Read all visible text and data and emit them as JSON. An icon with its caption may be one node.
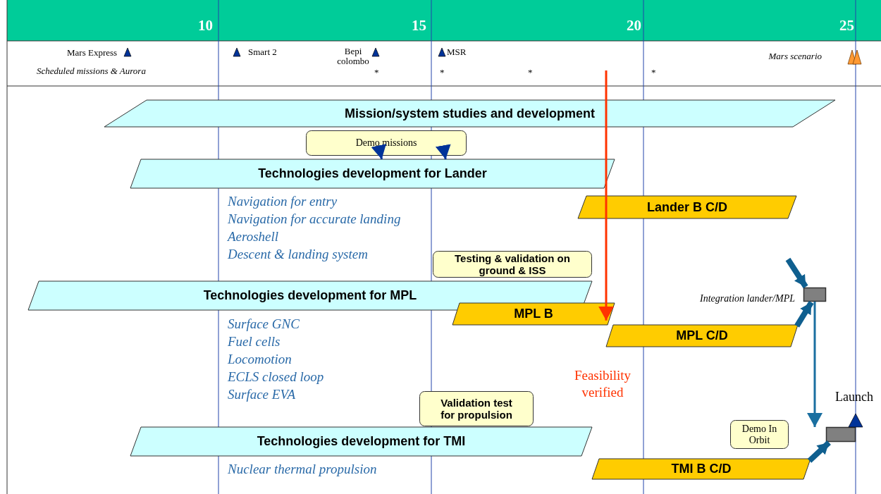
{
  "diagram": {
    "nodes": [
      {
        "text": [
          "Mission/system studies and development"
        ]
      },
      {
        "text": [
          "Demo missions"
        ]
      },
      {
        "text": [
          "Technologies development for Lander"
        ],
        "beside": [
          "Navigation for entry",
          "Navigation for accurate landing",
          "Aeroshell",
          "Descent & landing system"
        ]
      },
      {
        "text": [
          "Lander B C/D"
        ]
      },
      {
        "text": [
          "Testing & validation on ground & ISS"
        ]
      },
      {
        "text": [
          "Technologies development for MPL"
        ],
        "beside": [
          "Surface GNC",
          "Fuel cells",
          "Locomotion",
          "ECLS closed loop",
          "Surface EVA"
        ]
      },
      {
        "text": [
          "MPL B"
        ]
      },
      {
        "text": [
          "MPL C/D"
        ]
      },
      {
        "text": [],
        "shape": "box",
        "beside": [
          "Integration lander/MPL"
        ]
      },
      {
        "text": [
          "Validation test for propulsion"
        ]
      },
      {
        "text": [
          "Demo In Orbit"
        ]
      },
      {
        "text": [
          "Technologies development for TMI"
        ],
        "beside": [
          "Nuclear thermal propulsion"
        ]
      },
      {
        "text": [
          "TMI  B C/D"
        ]
      },
      {
        "text": [],
        "shape": "box"
      }
    ],
    "edges": [
      {
        "from": null,
        "to": 6,
        "arrow": "to",
        "color": "#ff3300"
      },
      {
        "from": null,
        "to": 8,
        "arrow": "to",
        "style": "thick"
      },
      {
        "from": 7,
        "to": 8,
        "arrow": "to",
        "style": "thick"
      },
      {
        "from": 8,
        "to": 13,
        "arrow": "to"
      },
      {
        "from": 12,
        "to": 13,
        "arrow": "to",
        "style": "thick"
      },
      {
        "from": 1,
        "to": 2,
        "arrow": "to",
        "color": "#003399"
      },
      {
        "from": 1,
        "to": 2,
        "arrow": "to",
        "color": "#003399"
      }
    ],
    "labels": [
      "10",
      "15",
      "20",
      "25",
      "Mars Express",
      "Scheduled missions & Aurora",
      "Smart 2",
      "Bepi colombo",
      "MSR",
      "Mars scenario",
      "*",
      "*",
      "*",
      "*",
      "Feasibility verified",
      "Launch"
    ]
  }
}
